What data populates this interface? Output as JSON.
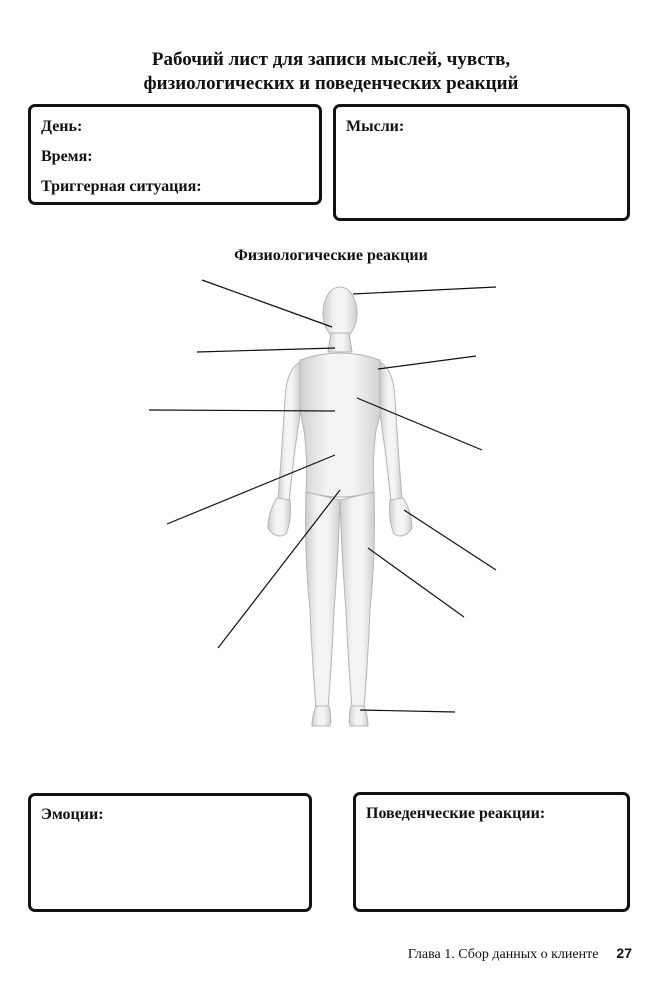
{
  "header": {
    "title_line1": "Рабочий лист для записи мыслей, чувств,",
    "title_line2": "физиологических и поведенческих реакций"
  },
  "info_box": {
    "day_label": "День:",
    "time_label": "Время:",
    "trigger_label": "Триггерная ситуация:"
  },
  "thoughts_box": {
    "label": "Мысли:"
  },
  "physiology": {
    "title": "Физиологические реакции"
  },
  "emotions_box": {
    "label": "Эмоции:"
  },
  "behavior_box": {
    "label": "Поведенческие реакции:"
  },
  "footer": {
    "chapter": "Глава 1. Сбор данных о клиенте",
    "page_number": "27"
  }
}
